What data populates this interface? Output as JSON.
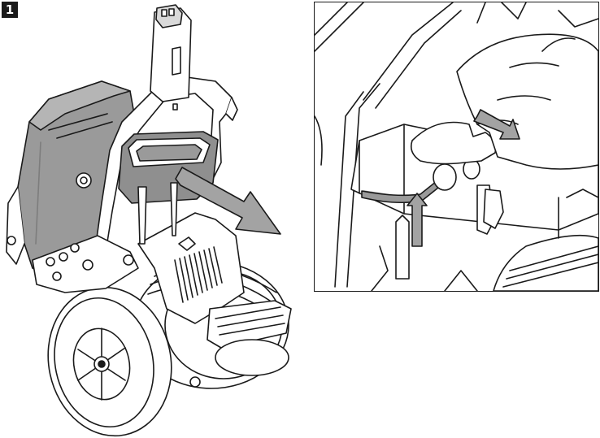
{
  "step": {
    "number": "1"
  },
  "colors": {
    "line": "#1a1a1a",
    "housing_fill": "#9a9a9a",
    "housing_dark": "#7d7d7d",
    "arrow_fill": "#a3a3a3",
    "battery_fill": "#d9d9d9",
    "paper": "#ffffff"
  },
  "illustration": {
    "main_view": "device-with-battery-pack-being-removed",
    "detail_view": "hand-pulling-latch-detail"
  }
}
